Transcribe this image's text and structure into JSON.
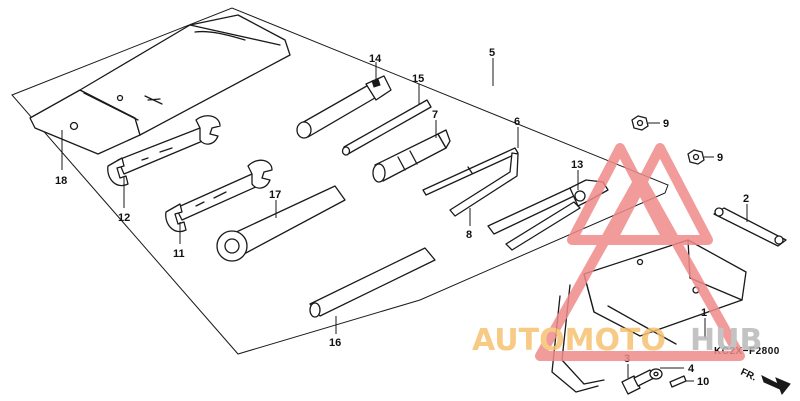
{
  "diagram": {
    "callouts": [
      {
        "id": "18",
        "label": "18"
      },
      {
        "id": "14",
        "label": "14"
      },
      {
        "id": "15",
        "label": "15"
      },
      {
        "id": "5",
        "label": "5"
      },
      {
        "id": "7",
        "label": "7"
      },
      {
        "id": "6",
        "label": "6"
      },
      {
        "id": "9a",
        "label": "9"
      },
      {
        "id": "9b",
        "label": "9"
      },
      {
        "id": "12",
        "label": "12"
      },
      {
        "id": "17",
        "label": "17"
      },
      {
        "id": "11",
        "label": "11"
      },
      {
        "id": "13",
        "label": "13"
      },
      {
        "id": "8",
        "label": "8"
      },
      {
        "id": "2",
        "label": "2"
      },
      {
        "id": "16",
        "label": "16"
      },
      {
        "id": "3",
        "label": "3"
      },
      {
        "id": "4",
        "label": "4"
      },
      {
        "id": "10",
        "label": "10"
      },
      {
        "id": "1",
        "label": "1"
      }
    ],
    "figure_code": "KC2X−F2800",
    "direction_label": "FR."
  },
  "watermark": {
    "word_part1": "AUTOMOTO",
    "word_part2": "HUB",
    "color_primary": "#f08a8a",
    "color_secondary": "#f6c370",
    "color_tertiary": "#b9b9b9"
  }
}
